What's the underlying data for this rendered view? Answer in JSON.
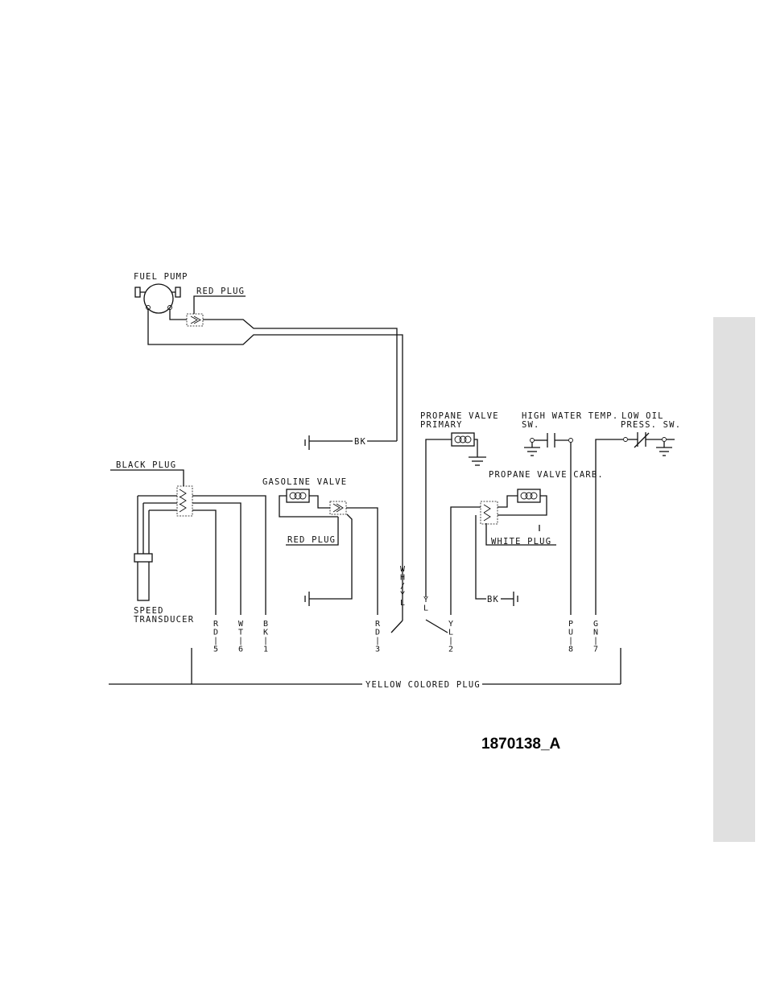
{
  "figure_ref": "1870138_A",
  "components": {
    "fuel_pump": "FUEL PUMP",
    "red_plug_top": "RED PLUG",
    "propane_primary_line1": "PROPANE VALVE",
    "propane_primary_line2": "PRIMARY",
    "high_water_line1": "HIGH WATER TEMP.",
    "high_water_line2": "SW.",
    "low_oil_line1": "LOW OIL",
    "low_oil_line2": "PRESS. SW.",
    "black_plug": "BLACK PLUG",
    "gasoline_valve": "GASOLINE VALVE",
    "red_plug_mid": "RED PLUG",
    "propane_carb": "PROPANE VALVE CARB.",
    "white_plug": "WHITE PLUG",
    "speed_line1": "SPEED",
    "speed_line2": "TRANSDUCER",
    "yellow_plug": "YELLOW COLORED PLUG"
  },
  "ground_labels": {
    "bk_upper": "BK",
    "bk_lower": "BK"
  },
  "wire_labels": [
    {
      "id": "rd5",
      "chars": [
        "R",
        "D",
        "|",
        "5"
      ]
    },
    {
      "id": "wt6",
      "chars": [
        "W",
        "T",
        "|",
        "6"
      ]
    },
    {
      "id": "bk1",
      "chars": [
        "B",
        "K",
        "|",
        "1"
      ]
    },
    {
      "id": "rd3",
      "chars": [
        "R",
        "D",
        "|",
        "3"
      ]
    },
    {
      "id": "whyl",
      "chars": [
        "W",
        "H",
        "/",
        "Y",
        "L"
      ]
    },
    {
      "id": "yl",
      "chars": [
        "Y",
        "L"
      ]
    },
    {
      "id": "yl2",
      "chars": [
        "Y",
        "L",
        "|",
        "2"
      ]
    },
    {
      "id": "pu8",
      "chars": [
        "P",
        "U",
        "|",
        "8"
      ]
    },
    {
      "id": "gn7",
      "chars": [
        "G",
        "N",
        "|",
        "7"
      ]
    }
  ],
  "colors": {
    "line": "#111111",
    "side_tab": "#e0e0e0"
  }
}
